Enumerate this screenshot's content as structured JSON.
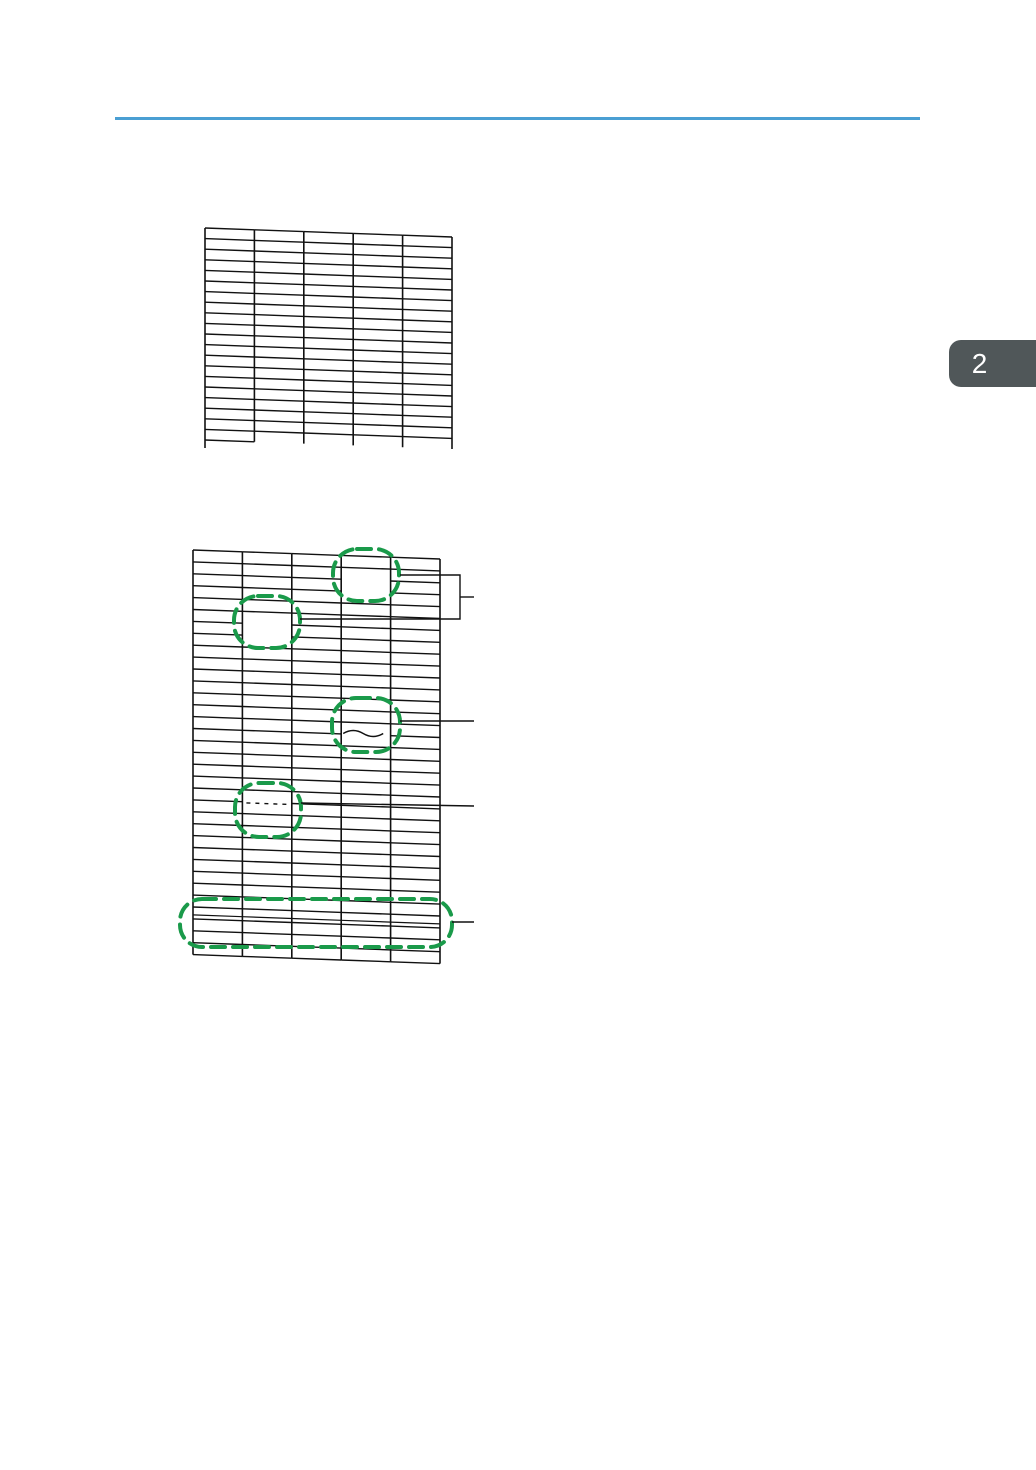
{
  "page": {
    "chapter_number": "2",
    "header_rule_color": "#4a9fd3",
    "chapter_tab_color": "#505759"
  },
  "figures": {
    "normal_pattern": {
      "description_icon": "nozzle-check-pattern-normal",
      "rows": 20,
      "columns": 5
    },
    "faulty_pattern": {
      "description_icon": "nozzle-check-pattern-faulty",
      "rows": 34,
      "columns": 5,
      "highlight_color": "#1a9a4a",
      "callouts": 4
    }
  }
}
